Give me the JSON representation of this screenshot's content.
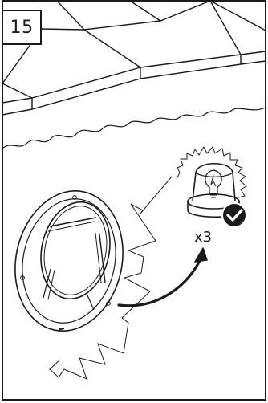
{
  "step": {
    "number": "15"
  },
  "indicator": {
    "repeat_text": "x3",
    "state": "blink-confirmed",
    "badge_icon": "checkmark-icon",
    "lamp_icon": "beacon-lamp-icon"
  },
  "colors": {
    "ink": "#1a1a1a",
    "background": "#ffffff",
    "badge_fill": "#1a1a1a",
    "badge_mark": "#ffffff"
  }
}
